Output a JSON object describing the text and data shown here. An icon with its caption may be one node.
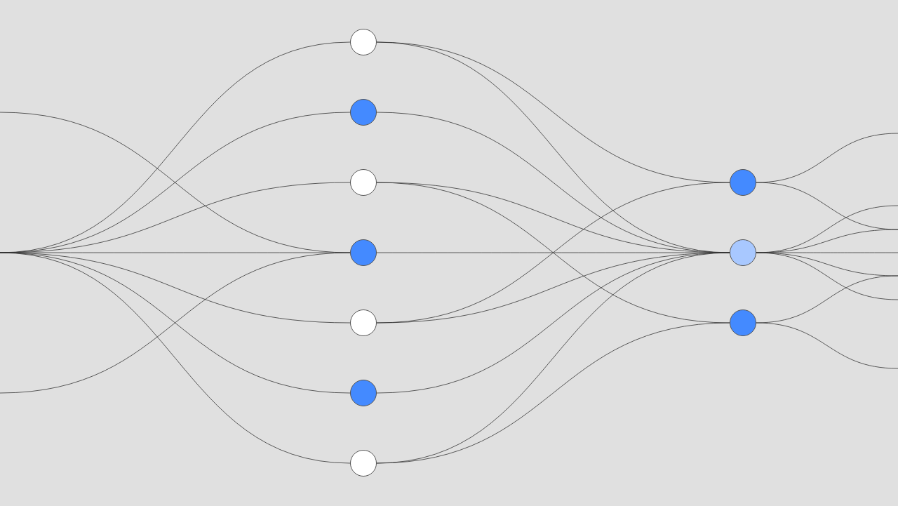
{
  "diagram": {
    "nodes": [
      {
        "text": [],
        "shape": "circle"
      },
      {
        "text": [],
        "shape": "circle"
      },
      {
        "text": [],
        "shape": "circle"
      },
      {
        "text": [],
        "shape": "circle"
      },
      {
        "text": [],
        "shape": "circle"
      },
      {
        "text": [],
        "shape": "circle"
      },
      {
        "text": [],
        "shape": "circle"
      },
      {
        "text": [],
        "shape": "circle"
      },
      {
        "text": [],
        "shape": "circle"
      },
      {
        "text": [],
        "shape": "circle"
      }
    ],
    "edges": [
      {
        "from": null,
        "to": 0,
        "arrow": "none"
      },
      {
        "from": null,
        "to": 1,
        "arrow": "none"
      },
      {
        "from": null,
        "to": 2,
        "arrow": "none"
      },
      {
        "from": null,
        "to": 3,
        "arrow": "none"
      },
      {
        "from": null,
        "to": 4,
        "arrow": "none"
      },
      {
        "from": null,
        "to": 5,
        "arrow": "none"
      },
      {
        "from": null,
        "to": 6,
        "arrow": "none"
      },
      {
        "from": null,
        "to": 3,
        "arrow": "none"
      },
      {
        "from": null,
        "to": 3,
        "arrow": "none"
      },
      {
        "from": 0,
        "to": 7,
        "arrow": "none"
      },
      {
        "from": 0,
        "to": 8,
        "arrow": "none"
      },
      {
        "from": 1,
        "to": 8,
        "arrow": "none"
      },
      {
        "from": 2,
        "to": 8,
        "arrow": "none"
      },
      {
        "from": 2,
        "to": 9,
        "arrow": "none"
      },
      {
        "from": 3,
        "to": 8,
        "arrow": "none"
      },
      {
        "from": 4,
        "to": 7,
        "arrow": "none"
      },
      {
        "from": 4,
        "to": 8,
        "arrow": "none"
      },
      {
        "from": 5,
        "to": 8,
        "arrow": "none"
      },
      {
        "from": 6,
        "to": 8,
        "arrow": "none"
      },
      {
        "from": 6,
        "to": 9,
        "arrow": "none"
      },
      {
        "from": 7,
        "to": null,
        "arrow": "none"
      },
      {
        "from": 7,
        "to": null,
        "arrow": "none"
      },
      {
        "from": 8,
        "to": null,
        "arrow": "none"
      },
      {
        "from": 8,
        "to": null,
        "arrow": "none"
      },
      {
        "from": 8,
        "to": null,
        "arrow": "none"
      },
      {
        "from": 8,
        "to": null,
        "arrow": "none"
      },
      {
        "from": 8,
        "to": null,
        "arrow": "none"
      },
      {
        "from": 9,
        "to": null,
        "arrow": "none"
      },
      {
        "from": 9,
        "to": null,
        "arrow": "none"
      }
    ]
  }
}
